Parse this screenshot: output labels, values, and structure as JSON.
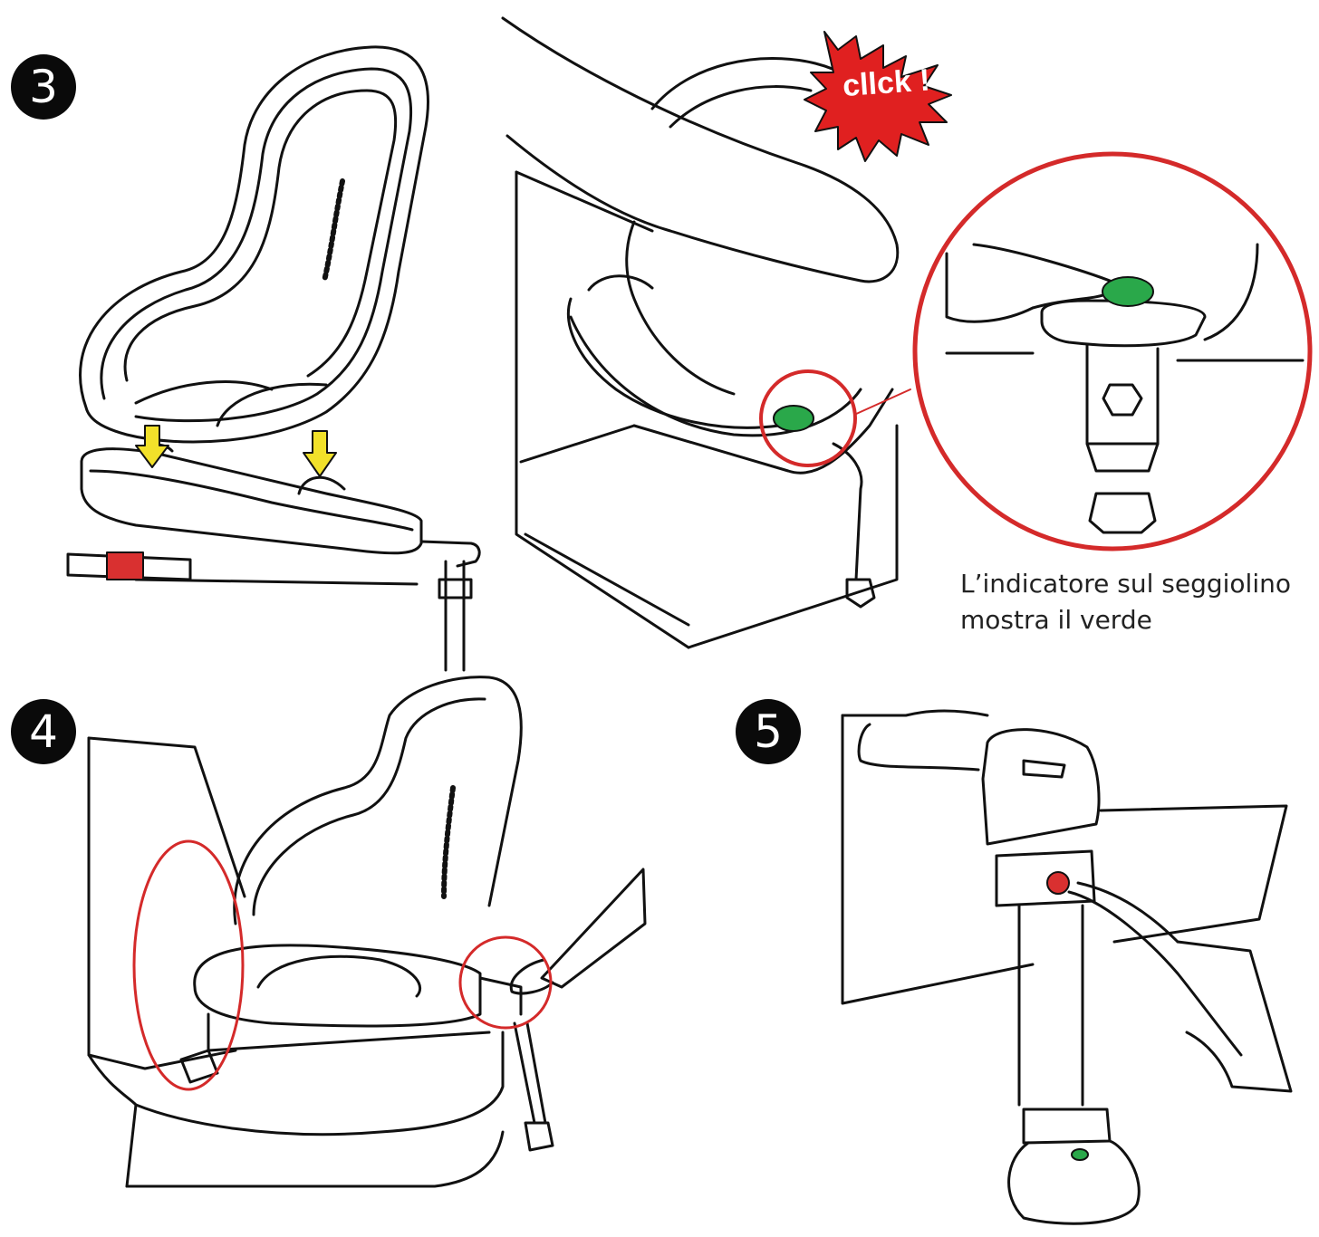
{
  "steps": {
    "step3": {
      "number": "3"
    },
    "step4": {
      "number": "4"
    },
    "step5": {
      "number": "5"
    }
  },
  "click_label": "cllck !",
  "caption": {
    "line1": "L’indicatore sul seggiolino",
    "line2": "mostra il verde"
  },
  "colors": {
    "line": "#111111",
    "highlight_circle": "#d42a2a",
    "indicator_green": "#2aa84a",
    "arrow_yellow": "#f2e12a",
    "click_burst": "#e02020",
    "release_button_red": "#d93030"
  }
}
